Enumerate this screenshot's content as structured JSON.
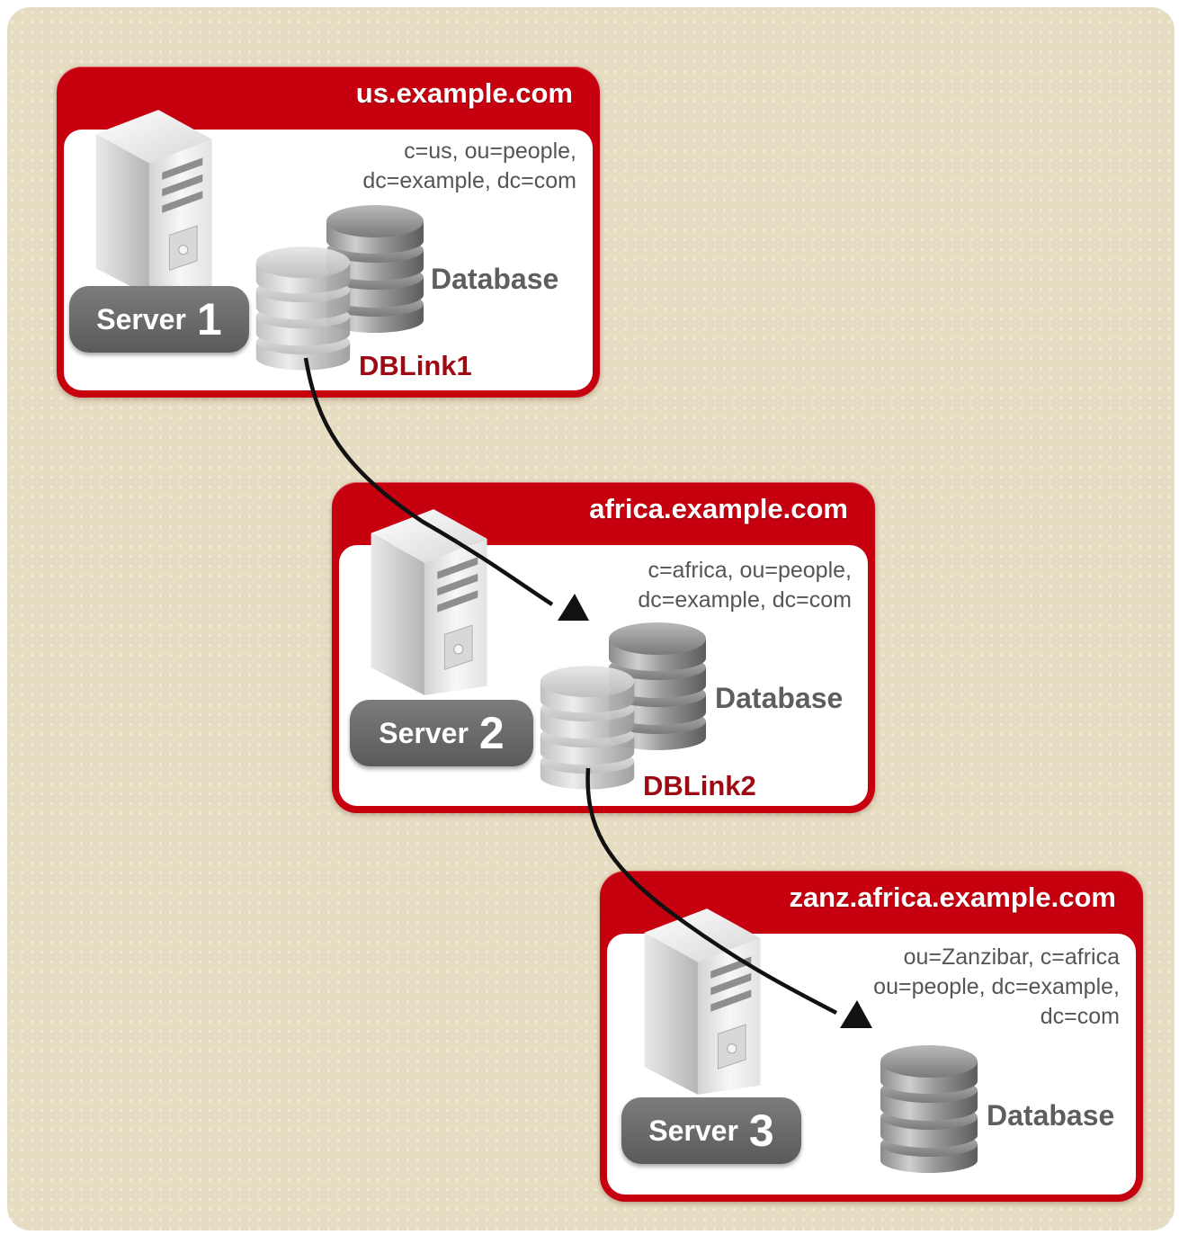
{
  "servers": [
    {
      "hostname": "us.example.com",
      "dn": "c=us, ou=people,\ndc=example, dc=com",
      "badge_word": "Server",
      "badge_num": "1",
      "db_label": "Database",
      "link_label": "DBLink1"
    },
    {
      "hostname": "africa.example.com",
      "dn": "c=africa, ou=people,\ndc=example, dc=com",
      "badge_word": "Server",
      "badge_num": "2",
      "db_label": "Database",
      "link_label": "DBLink2"
    },
    {
      "hostname": "zanz.africa.example.com",
      "dn": "ou=Zanzibar, c=africa\nou=people, dc=example,\ndc=com",
      "badge_word": "Server",
      "badge_num": "3",
      "db_label": "Database"
    }
  ],
  "colors": {
    "background": "#e6dcc2",
    "panel_red": "#c6000f",
    "link_label": "#9e0a14",
    "badge_gray": "#6a6a6a"
  }
}
